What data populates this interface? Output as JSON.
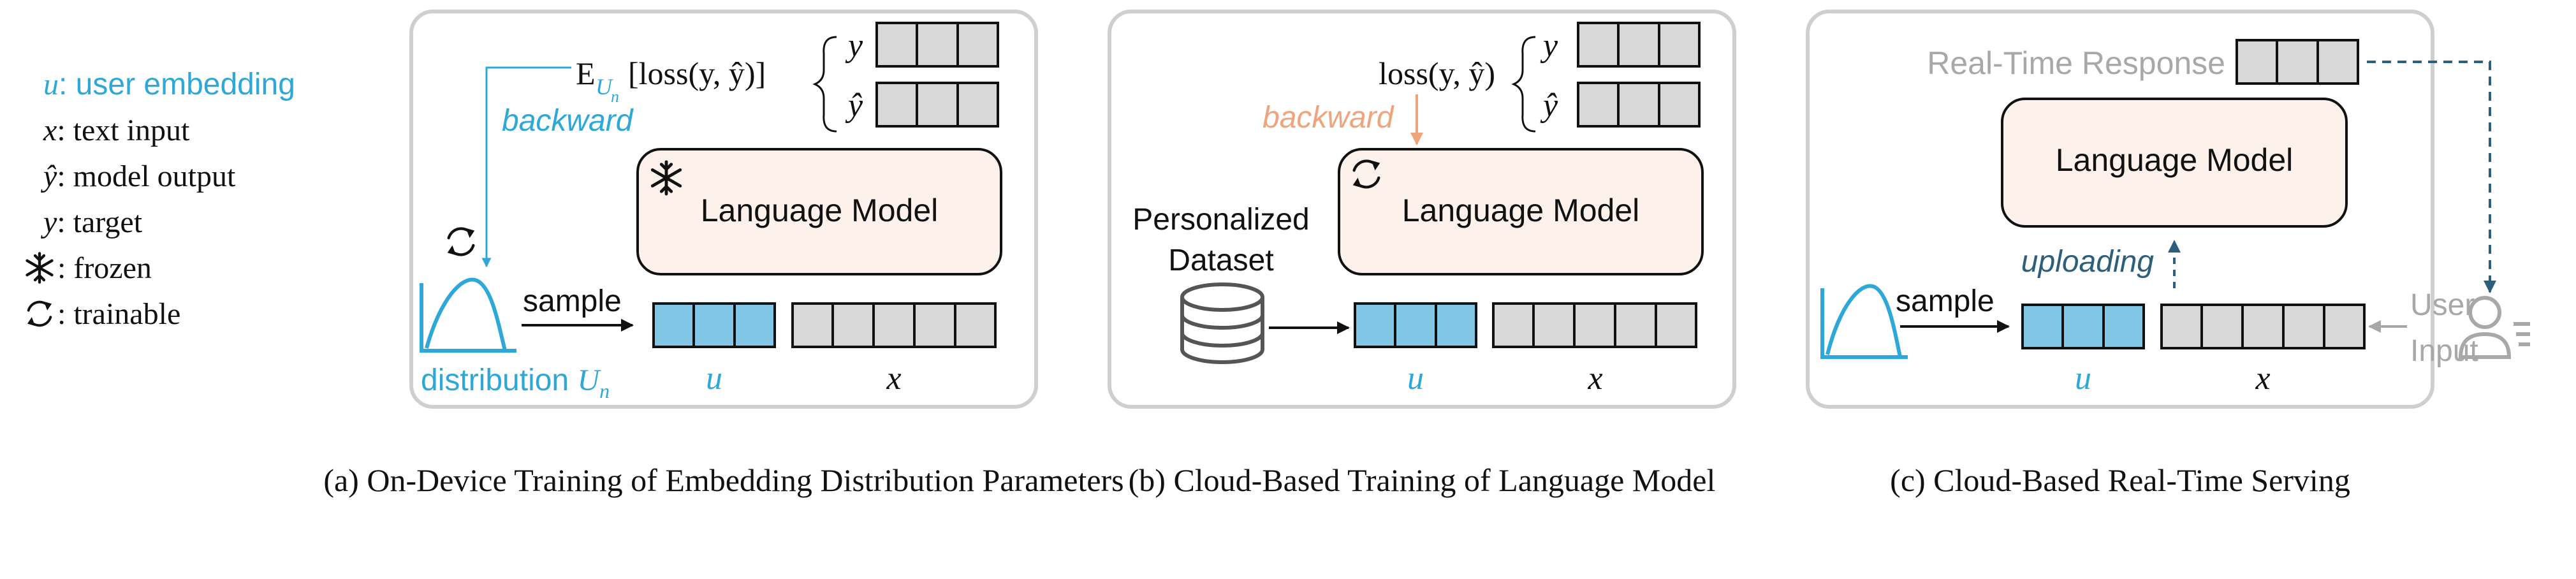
{
  "colors": {
    "accent_blue": "#2ea8d8",
    "embed_fill": "#82c6e6",
    "lm_fill": "#fdf1ec",
    "gray_cell": "#d8d8d8",
    "backward_orange": "#f0a47c",
    "dark_teal": "#2b5f7a",
    "muted_gray": "#a8a8a8",
    "panel_border": "#cfcfcf"
  },
  "legend": [
    {
      "symbol": "u",
      "text": ": user embedding",
      "highlight": true
    },
    {
      "symbol": "x",
      "text": ": text input"
    },
    {
      "symbol": "ŷ",
      "text": ": model output"
    },
    {
      "symbol": "y",
      "text": ": target"
    },
    {
      "icon": "snowflake-icon",
      "text": ": frozen"
    },
    {
      "icon": "refresh-icon",
      "text": ": trainable"
    }
  ],
  "panel_a": {
    "caption": "(a)  On-Device Training of Embedding Distribution Parameters",
    "expectation": "E",
    "expectation_sub": "U",
    "expectation_subsub": "n",
    "loss_expr": "[loss(y, ŷ)]",
    "target_label": "y",
    "output_label": "ŷ",
    "backward_label": "backward",
    "lm_label": "Language Model",
    "lm_icon": "snowflake-icon",
    "sample_label": "sample",
    "distribution_label": "distribution",
    "distribution_var": "U",
    "distribution_sub": "n",
    "u_label": "u",
    "x_label": "x",
    "trainable_icon": "refresh-icon"
  },
  "panel_b": {
    "caption": "(b)  Cloud-Based Training of Language Model",
    "loss_expr": "loss(y, ŷ)",
    "target_label": "y",
    "output_label": "ŷ",
    "backward_label": "backward",
    "lm_label": "Language Model",
    "lm_icon": "refresh-icon",
    "dataset_line1": "Personalized",
    "dataset_line2": "Dataset",
    "dataset_icon": "database-icon",
    "u_label": "u",
    "x_label": "x"
  },
  "panel_c": {
    "caption": "(c)  Cloud-Based Real-Time Serving",
    "response_label": "Real-Time Response",
    "lm_label": "Language Model",
    "uploading_label": "uploading",
    "sample_label": "sample",
    "user_input_line1": "User",
    "user_input_line2": "Input",
    "user_icon": "user-icon",
    "u_label": "u",
    "x_label": "x"
  }
}
